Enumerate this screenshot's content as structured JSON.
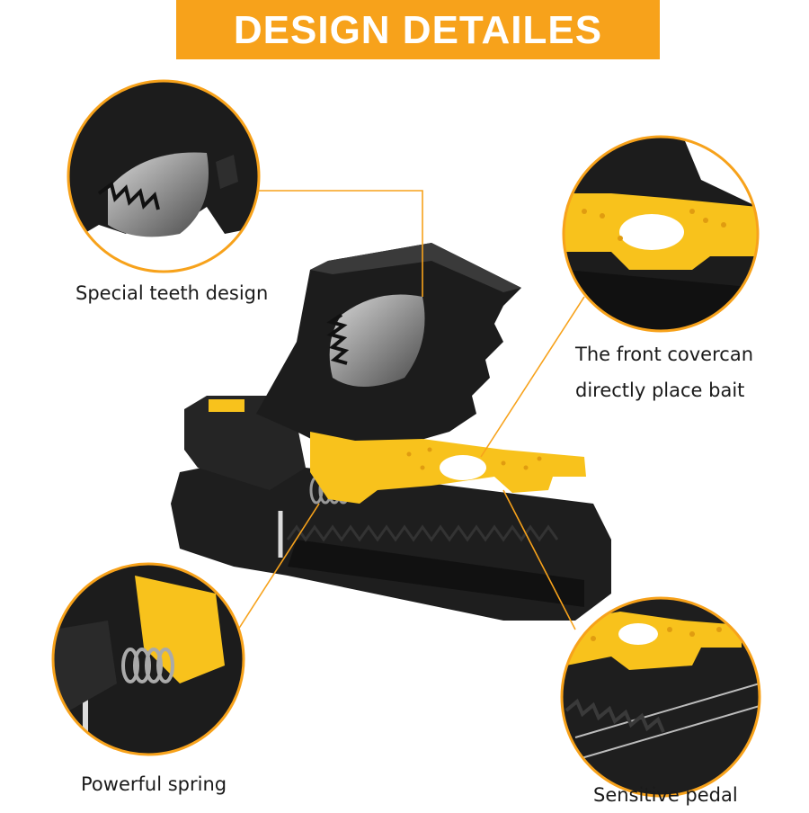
{
  "banner": {
    "title": "DESIGN DETAILES"
  },
  "callouts": [
    {
      "label": "Special teeth design"
    },
    {
      "label_line1": "The front covercan",
      "label_line2": "directly place bait"
    },
    {
      "label": "Powerful spring"
    },
    {
      "label": "Sensitive pedal"
    }
  ],
  "colors": {
    "accent": "#f7a21b",
    "trap_black": "#1c1c1c",
    "pedal_yellow": "#f8c21c",
    "caption_text": "#1a1a1a"
  },
  "icons": {
    "product": "mouse-trap-illustration"
  }
}
